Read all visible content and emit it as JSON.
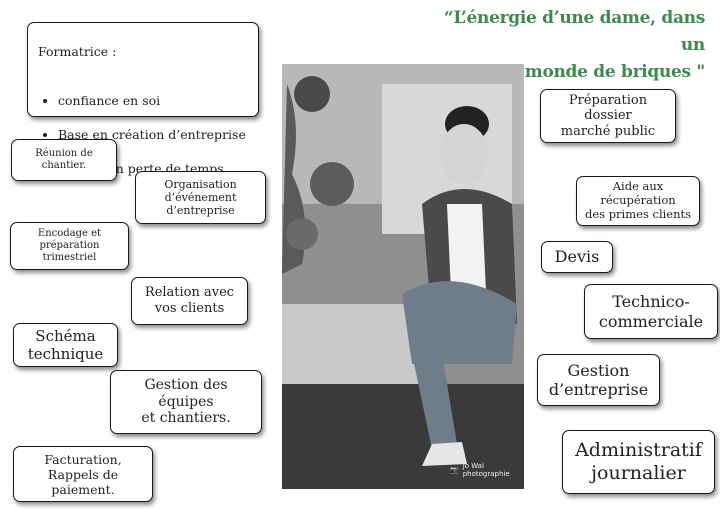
{
  "title": {
    "line1": "“L’énergie d’une dame, dans un",
    "line2": "monde de briques \""
  },
  "formatrice": {
    "heading": "Formatrice :",
    "items": [
      "confiance en soi",
      "Base en création d’entreprise",
      "gestion en perte de temps."
    ]
  },
  "boxes": {
    "reunion": "Réunion de chantier.",
    "organisation": "Organisation\nd’événement\nd’entreprise",
    "encodage": "Encodage et\npréparation\ntrimestriel",
    "relation": "Relation avec\nvos clients",
    "schema": "Schéma\ntechnique",
    "gestion_equipes": "Gestion des équipes\net chantiers.",
    "facturation": "Facturation,\nRappels de paiement.",
    "preparation": "Préparation dossier\nmarché public",
    "aide": "Aide aux\nrécupération\ndes primes clients",
    "devis": "Devis",
    "technico": "Technico-\ncommerciale",
    "gestion_entreprise": "Gestion\nd’entreprise",
    "administratif": "Administratif\njournalier"
  },
  "photo": {
    "credit": "Jo Wal photographie",
    "credit_icon": "camera-icon"
  },
  "colors": {
    "title": "#3e8a4c",
    "border": "#1a1a1a"
  }
}
